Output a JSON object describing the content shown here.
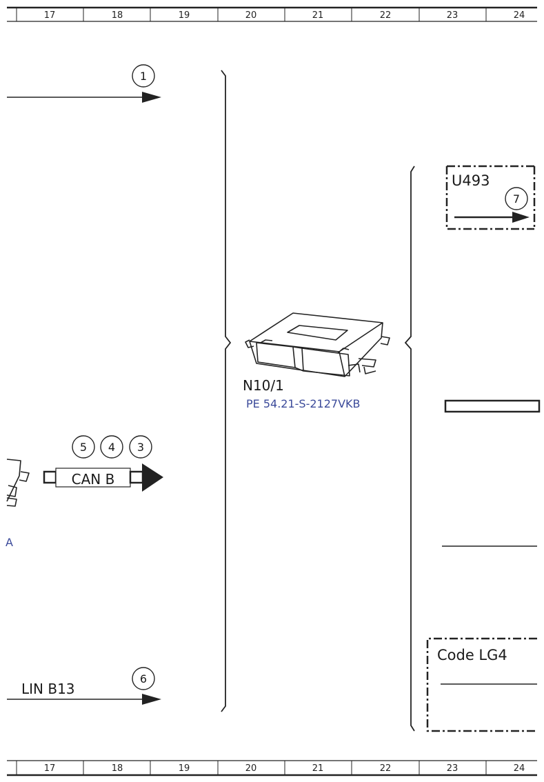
{
  "ruler": {
    "columns": [
      "17",
      "18",
      "19",
      "20",
      "21",
      "22",
      "23",
      "24"
    ]
  },
  "callouts": {
    "c1": "1",
    "c7": "7",
    "c5": "5",
    "c4": "4",
    "c3": "3",
    "c6": "6"
  },
  "component": {
    "id": "N10/1",
    "part_ref": "PE 54.21-S-2127VKB"
  },
  "labels": {
    "u493": "U493",
    "can_b": "CAN B",
    "lin_b13": "LIN B13",
    "code_lg4": "Code LG4",
    "cut_a": "A"
  }
}
